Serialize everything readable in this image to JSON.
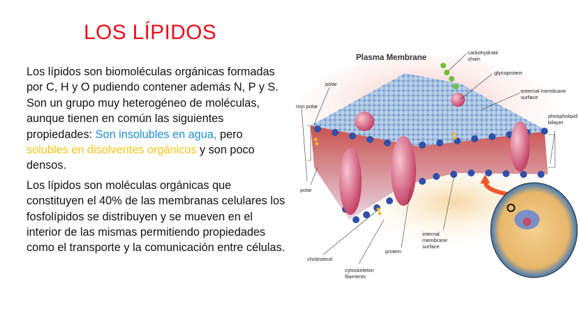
{
  "slide": {
    "title": "LOS LÍPIDOS",
    "paragraph1": {
      "text_a": "Los lípidos son biomoléculas orgánicas formadas por C, H y O pudiendo contener además N, P y S. Son un grupo muy heterogéneo de moléculas, aunque tienen en común las siguientes propiedades: ",
      "highlight_blue": "Son insolubles en agua,",
      "text_b": " pero ",
      "highlight_yellow": "solubles en disolventes orgánicos",
      "text_c": " y son poco densos."
    },
    "paragraph2": "Los lípidos son moléculas orgánicas que constituyen el 40% de las membranas celulares los fosfolípidos se distribuyen y se mueven en el interior de las mismas permitiendo propiedades como el transporte y la comunicación entre células.",
    "colors": {
      "title": "#e8101a",
      "blue": "#1c8fd6",
      "yellow": "#f2c51a"
    }
  },
  "diagram": {
    "title": "Plasma Membrane",
    "labels": {
      "carbohydrate_chain": "carbohydrate chain",
      "glycoprotein": "glycoprotein",
      "external_surface": "external membrane surface",
      "polar_top": "polar",
      "non_polar": "non polar",
      "phospholipid_bilayer": "phospholipid bilayer",
      "polar_bottom": "polar",
      "internal_surface": "internal membrane surface",
      "protein": "protein",
      "cholesterol": "cholesterol",
      "cytoskeleton": "cytoskeleton filaments"
    }
  }
}
